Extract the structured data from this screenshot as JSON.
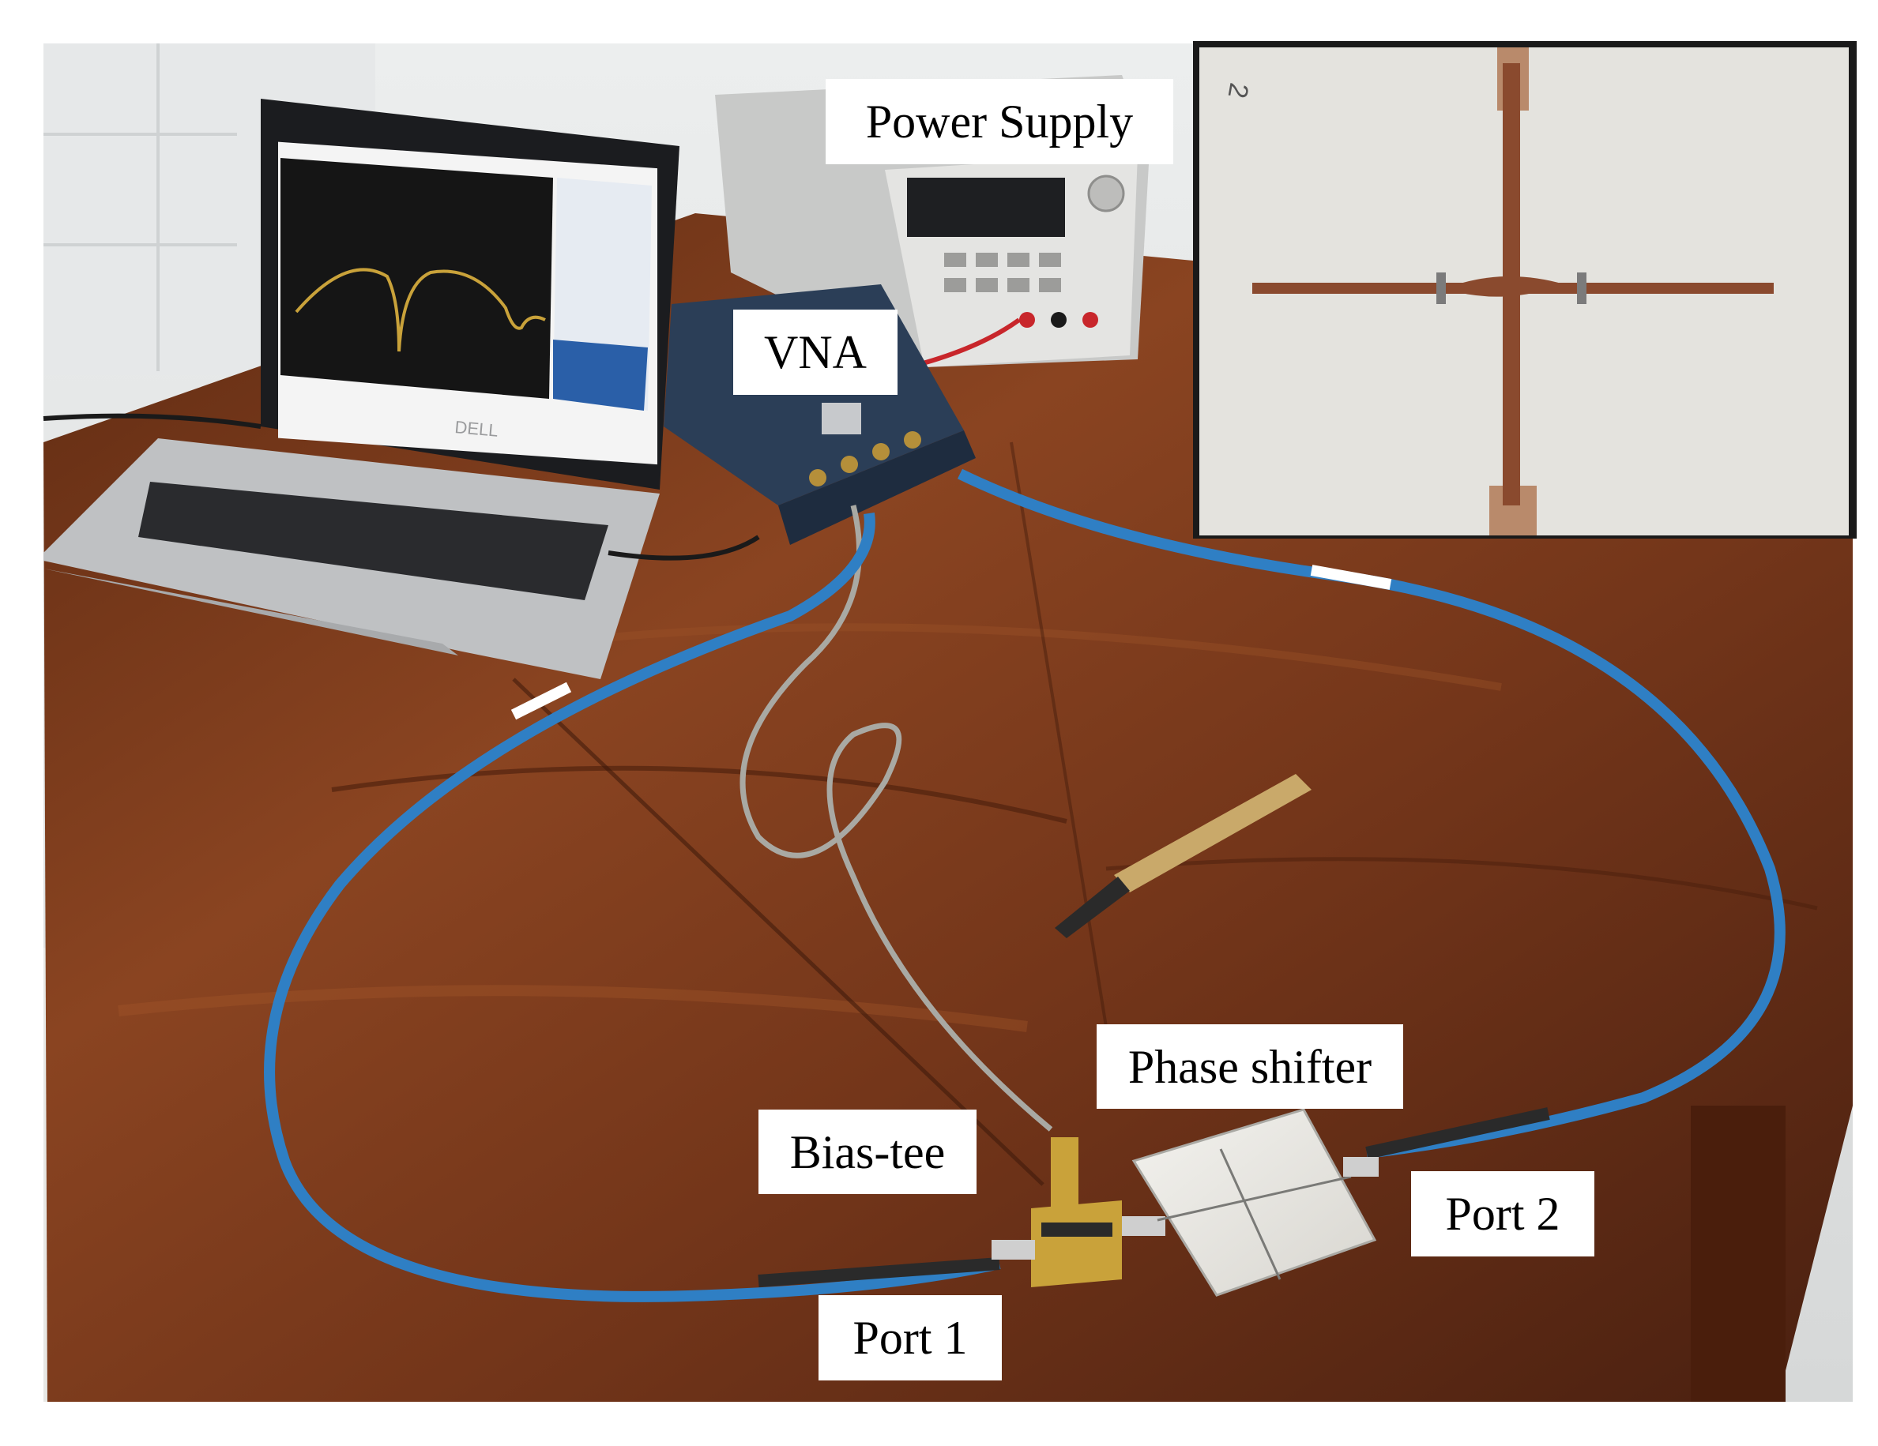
{
  "labels": {
    "power_supply": "Power Supply",
    "vna": "VNA",
    "phase_shifter": "Phase shifter",
    "bias_tee": "Bias-tee",
    "port_1": "Port 1",
    "port_2": "Port 2"
  },
  "laptop": {
    "brand_logo": "DELL"
  },
  "colors": {
    "table_wood": "#7a3a1c",
    "cable_blue": "#2f7fc4",
    "cable_grey": "#a9a9a3",
    "trace_yellow": "#c9a23a",
    "screen_dark": "#151515",
    "substrate": "#d9d8d2",
    "copper": "#8a4a2e"
  }
}
